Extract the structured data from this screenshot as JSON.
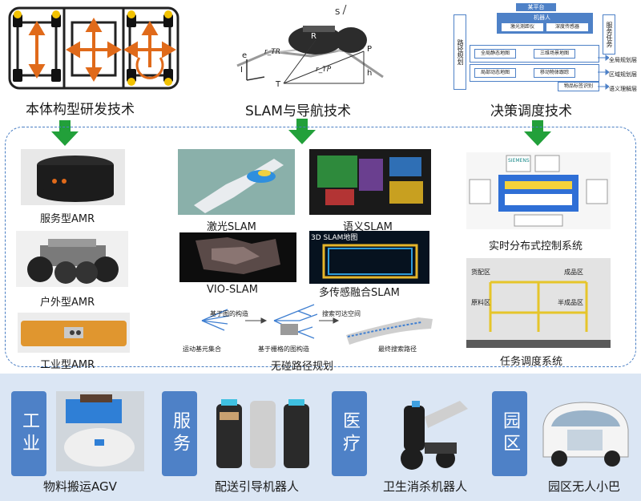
{
  "top": {
    "body": "本体构型研发技术",
    "slam": "SLAM与导航技术",
    "decision": "决策调度技术"
  },
  "slam_fig": {
    "S": "S",
    "R": "R",
    "P": "P",
    "T": "T",
    "h": "h",
    "I": "I",
    "ex": "e",
    "rtr": "r_TR",
    "rtp": "r_TP"
  },
  "decision_fig": {
    "platform": "某平台",
    "robot": "机器人",
    "laser": "激光测距仪",
    "depth": "深度传感器",
    "left_path": "路径规划",
    "right_task": "服务任务",
    "map1": "全局静态地图",
    "map2": "三维场景地图",
    "map3": "局部动态地图",
    "map4": "移动物体跟踪",
    "map5": "物品标签识别",
    "out1": "全局规划层",
    "out2": "区域规划层",
    "out3": "语义理解层"
  },
  "amr": {
    "service": "服务型AMR",
    "outdoor": "户外型AMR",
    "industrial": "工业型AMR"
  },
  "slam_types": {
    "laser": "激光SLAM",
    "semantic": "语义SLAM",
    "vio": "VIO-SLAM",
    "multi": "多传感融合SLAM",
    "map3d": "3D SLAM地图"
  },
  "path": {
    "title": "无碰路径规划",
    "cap1": "运动基元集合",
    "cap2": "基于图的构造",
    "cap3": "基于栅格的图构造",
    "cap4": "搜索可达空间",
    "cap5": "最终搜索路径"
  },
  "right": {
    "realtime": "实时分布式控制系统",
    "dispatch": "任务调度系统",
    "zone1": "货配区",
    "zone2": "成品区",
    "zone3": "原料区",
    "zone4": "半成品区",
    "siemens": "SIEMENS"
  },
  "bottom": {
    "tag1": "工业",
    "tag2": "服务",
    "tag3": "医疗",
    "tag4": "园区",
    "agv": "物料搬运AGV",
    "guide": "配送引导机器人",
    "disinfect": "卫生消杀机器人",
    "bus": "园区无人小巴"
  },
  "colors": {
    "accent": "#4e81c7",
    "arrow": "#22a03a",
    "bottom_bg": "#dbe6f4",
    "dash": "#4a7fc4"
  }
}
